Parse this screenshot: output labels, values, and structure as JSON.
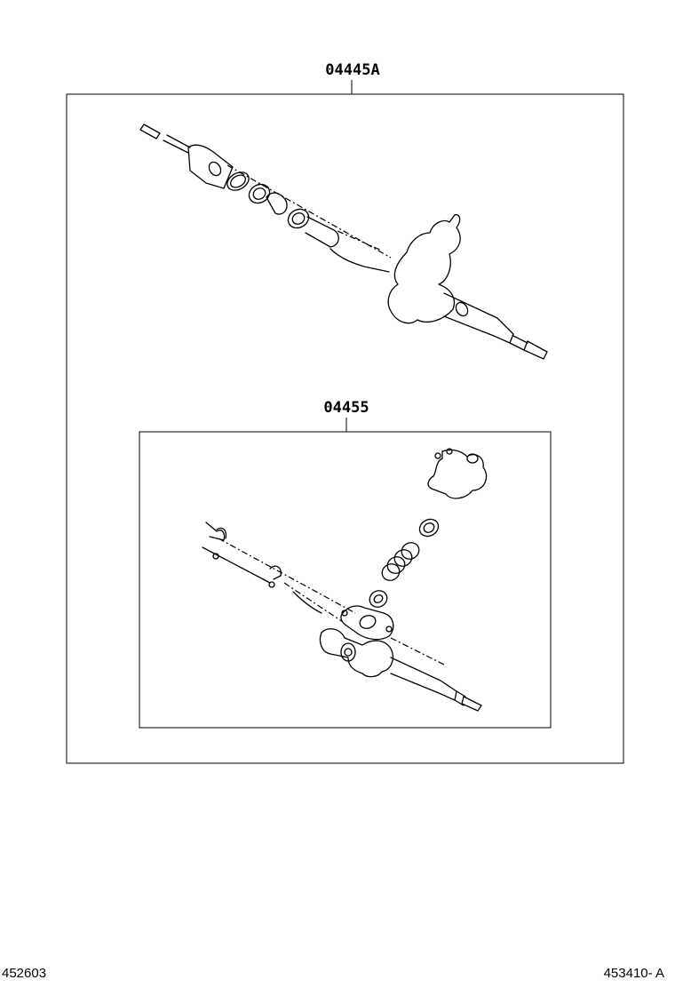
{
  "outer_kit": {
    "part_number": "04445A"
  },
  "inner_kit": {
    "part_number": "04455"
  },
  "footer": {
    "left_ref": "452603",
    "right_ref": "453410- A"
  }
}
